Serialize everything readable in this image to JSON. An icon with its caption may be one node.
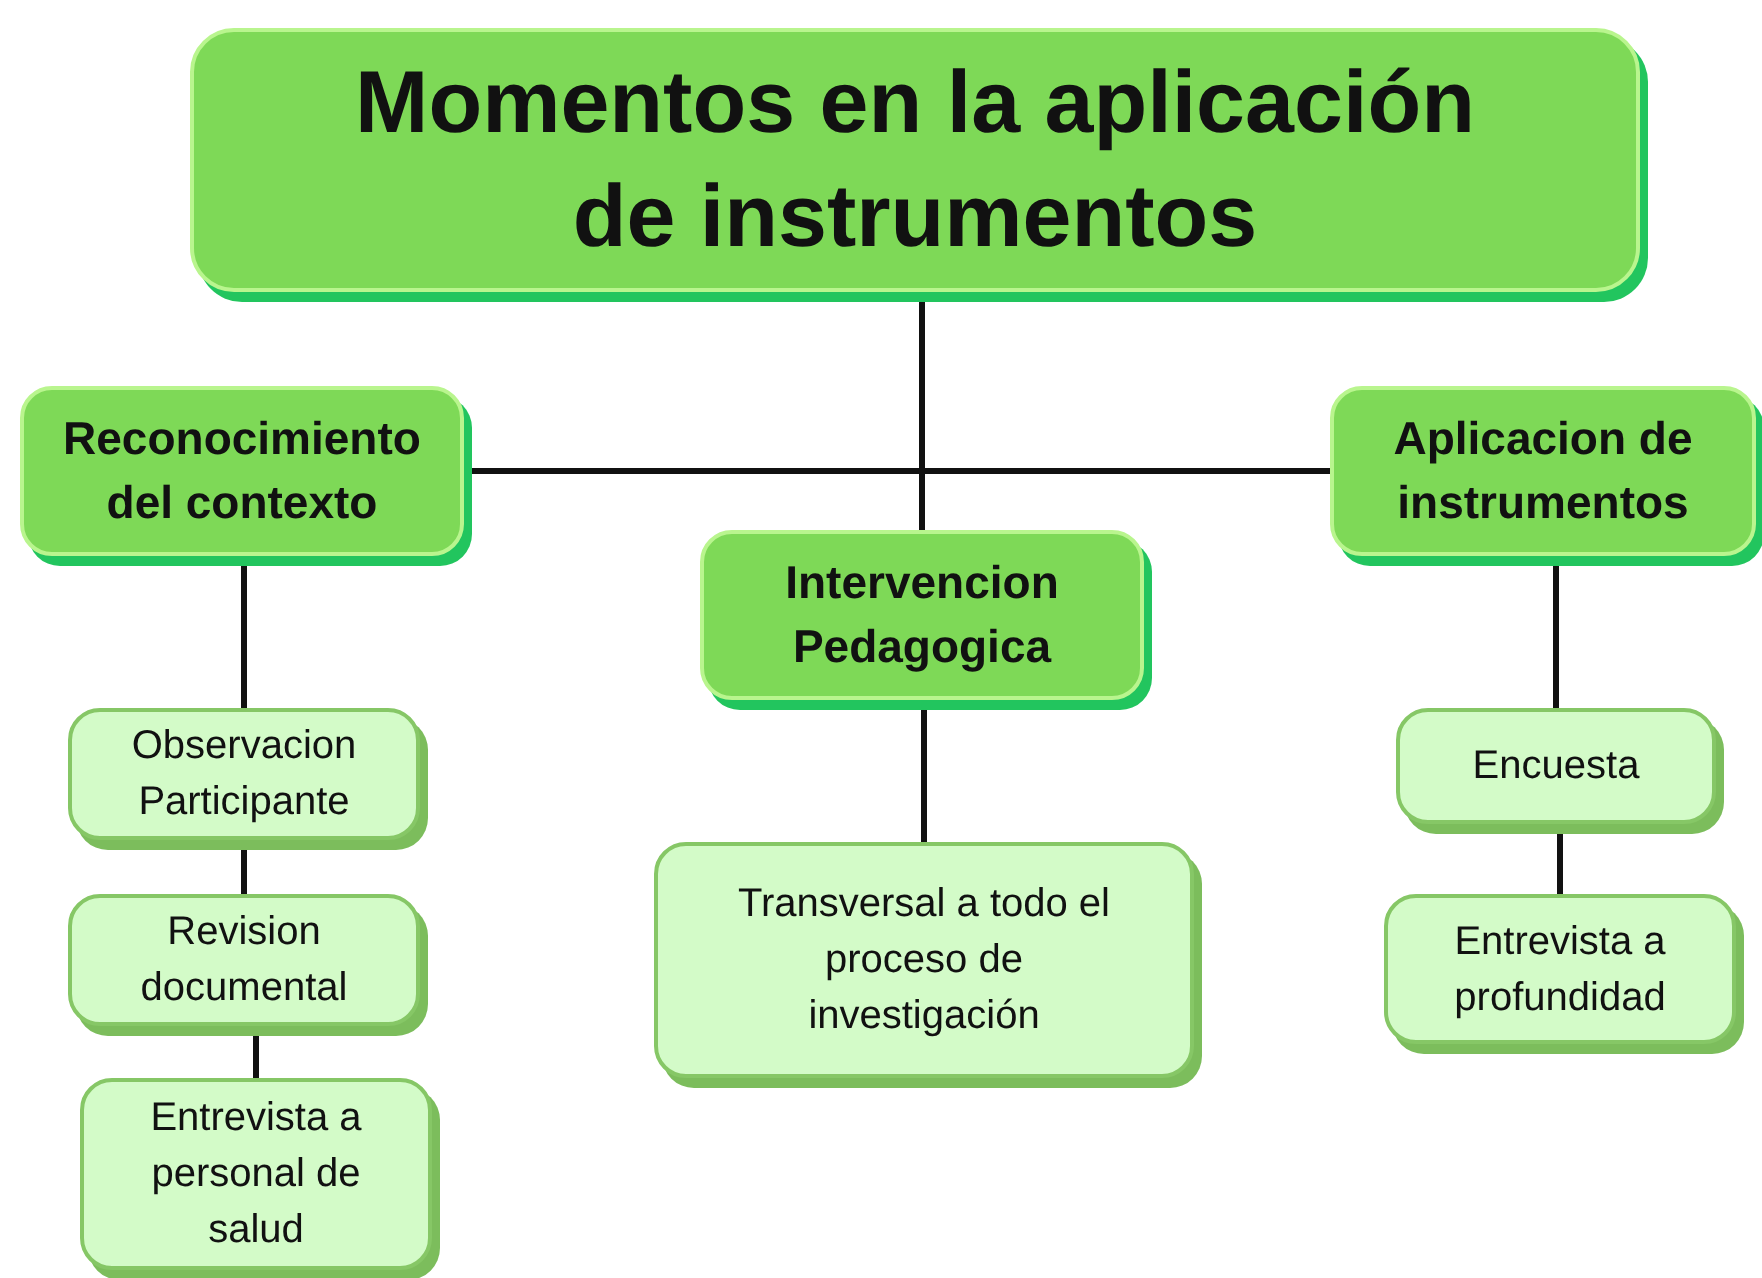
{
  "diagram": {
    "nodes": [
      {
        "text": [
          "Momentos en la aplicación de instrumentos"
        ]
      },
      {
        "text": [
          "Reconocimiento del contexto"
        ]
      },
      {
        "text": [
          "Intervencion Pedagogica"
        ]
      },
      {
        "text": [
          "Aplicacion de instrumentos"
        ]
      },
      {
        "text": [
          "Observacion Participante"
        ]
      },
      {
        "text": [
          "Revision documental"
        ]
      },
      {
        "text": [
          "Entrevista a personal de salud"
        ]
      },
      {
        "text": [
          "Transversal a todo el proceso de investigación"
        ]
      },
      {
        "text": [
          "Encuesta"
        ]
      },
      {
        "text": [
          "Entrevista a profundidad"
        ]
      }
    ],
    "edges": [
      {
        "from": 0,
        "to": 2,
        "arrow": "none"
      },
      {
        "from": 1,
        "to": 3,
        "arrow": "none"
      },
      {
        "from": 1,
        "to": 4,
        "arrow": "none"
      },
      {
        "from": 4,
        "to": 5,
        "arrow": "none"
      },
      {
        "from": 5,
        "to": 6,
        "arrow": "none"
      },
      {
        "from": 2,
        "to": 7,
        "arrow": "none"
      },
      {
        "from": 3,
        "to": 8,
        "arrow": "none"
      },
      {
        "from": 8,
        "to": 9,
        "arrow": "none"
      }
    ]
  }
}
